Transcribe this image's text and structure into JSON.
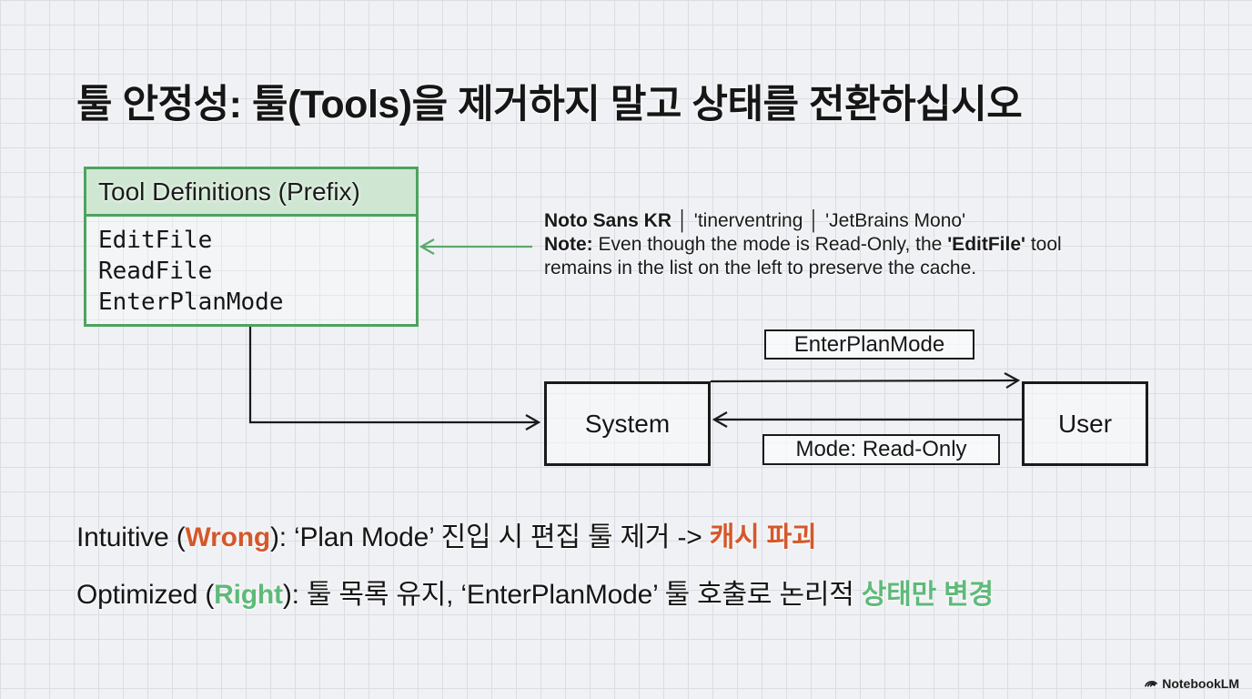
{
  "title": "툴 안정성: 툴(Tools)을 제거하지 말고 상태를 전환하십시오",
  "tool_box": {
    "header": "Tool Definitions (Prefix)",
    "tools": [
      "EditFile",
      "ReadFile",
      "EnterPlanMode"
    ]
  },
  "annotation": {
    "line1_bold": "Noto Sans KR",
    "line1_rest": " │ 'tinerventring │ 'JetBrains Mono'",
    "line2_bold": "Note:",
    "line2_mid": " Even though the mode is Read-Only, the ",
    "line2_bold2": "'EditFile'",
    "line2_end": " tool",
    "line3": "remains in the list on the left to preserve the cache."
  },
  "diagram": {
    "system_label": "System",
    "user_label": "User",
    "enter_plan_mode_label": "EnterPlanMode",
    "mode_label": "Mode: Read-Only"
  },
  "conclusions": {
    "line1": {
      "prefix": "Intuitive (",
      "highlight": "Wrong",
      "middle": "): ‘Plan Mode’ 진입 시 편집 툴 제거 -> ",
      "suffix": "캐시 파괴"
    },
    "line2": {
      "prefix": "Optimized (",
      "highlight": "Right",
      "middle": "): 툴 목록 유지, ‘EnterPlanMode’ 툴 호출로 논리적 ",
      "suffix": "상태만 변경"
    }
  },
  "footer": {
    "brand": "NotebookLM"
  },
  "colors": {
    "green_border": "#4da35f",
    "green_fill": "#cfe7d2",
    "arrow_green": "#5ba96c",
    "orange": "#d4582b",
    "green_text": "#5eba79"
  }
}
